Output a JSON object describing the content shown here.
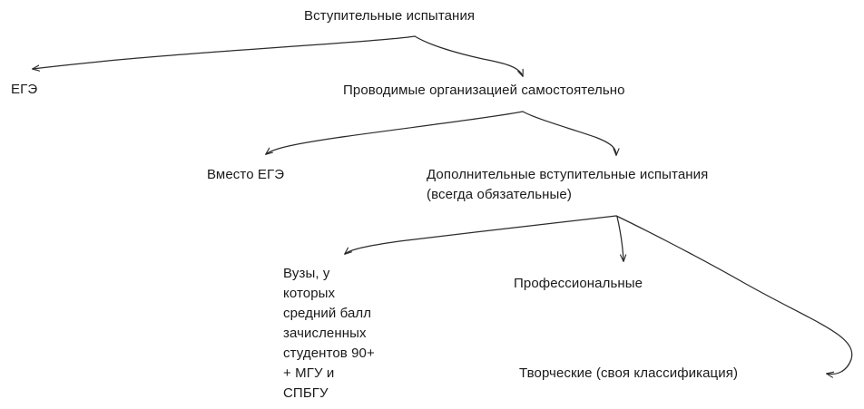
{
  "diagram": {
    "title_node": "Вступительные испытания",
    "background_color": "#ffffff",
    "text_color": "#1a1a1a",
    "edge_color": "#2b2b2b",
    "nodes": {
      "root": "Вступительные испытания",
      "ege": "ЕГЭ",
      "self_conducted": "Проводимые организацией самостоятельно",
      "instead_of_ege": "Вместо ЕГЭ",
      "additional_line1": "Дополнительные вступительные испытания",
      "additional_line2": "(всегда обязательные)",
      "universities_line1": "Вузы, у",
      "universities_line2": "которых",
      "universities_line3": "средний балл",
      "universities_line4": "зачисленных",
      "universities_line5": "студентов 90+",
      "universities_line6": "+ МГУ и",
      "universities_line7": "СПБГУ",
      "professional": "Профессиональные",
      "creative": "Творческие (своя классификация)"
    },
    "edges": [
      {
        "from": "root",
        "to": "ege",
        "style": "curved-arrow"
      },
      {
        "from": "root",
        "to": "self_conducted",
        "style": "curved-arrow"
      },
      {
        "from": "self_conducted",
        "to": "instead_of_ege",
        "style": "curved-arrow"
      },
      {
        "from": "self_conducted",
        "to": "additional",
        "style": "curved-arrow"
      },
      {
        "from": "additional",
        "to": "universities",
        "style": "curved-arrow"
      },
      {
        "from": "additional",
        "to": "professional",
        "style": "straight-arrow"
      },
      {
        "from": "additional",
        "to": "creative",
        "style": "long-s-curve-arrow"
      }
    ]
  }
}
